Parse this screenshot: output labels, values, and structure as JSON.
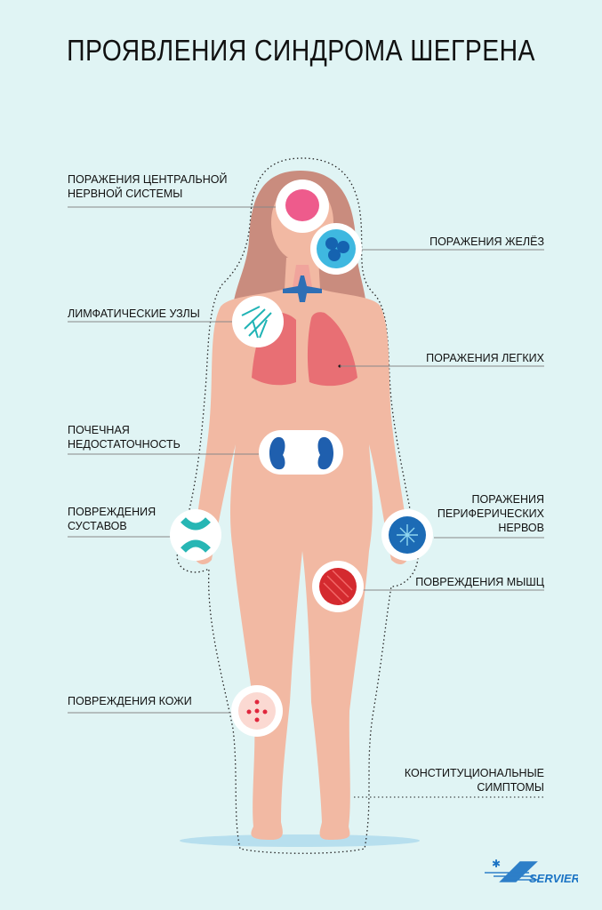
{
  "title": "ПРОЯВЛЕНИЯ СИНДРОМА ШЕГРЕНА",
  "labels": {
    "cns": [
      "ПОРАЖЕНИЯ ЦЕНТРАЛЬНОЙ",
      "НЕРВНОЙ СИСТЕМЫ"
    ],
    "glands": "ПОРАЖЕНИЯ ЖЕЛЁЗ",
    "lymph": "ЛИМФАТИЧЕСКИЕ УЗЛЫ",
    "lungs": "ПОРАЖЕНИЯ ЛЕГКИХ",
    "kidney": [
      "ПОЧЕЧНАЯ",
      "НЕДОСТАТОЧНОСТЬ"
    ],
    "joints": [
      "ПОВРЕЖДЕНИЯ",
      "СУСТАВОВ"
    ],
    "nerves": [
      "ПОРАЖЕНИЯ",
      "ПЕРИФЕРИЧЕСКИХ",
      "НЕРВОВ"
    ],
    "muscles": "ПОВРЕЖДЕНИЯ МЫШЦ",
    "skin": "ПОВРЕЖДЕНИЯ КОЖИ",
    "constitutional": [
      "КОНСТИТУЦИОНАЛЬНЫЕ",
      "СИМПТОМЫ"
    ]
  },
  "logo": "SERVIER",
  "colors": {
    "background": "#e0f4f4",
    "skin": "#f2b9a3",
    "hair": "#c98c7e",
    "lungs": "#e86f74",
    "accent": "#1d6fb8"
  }
}
